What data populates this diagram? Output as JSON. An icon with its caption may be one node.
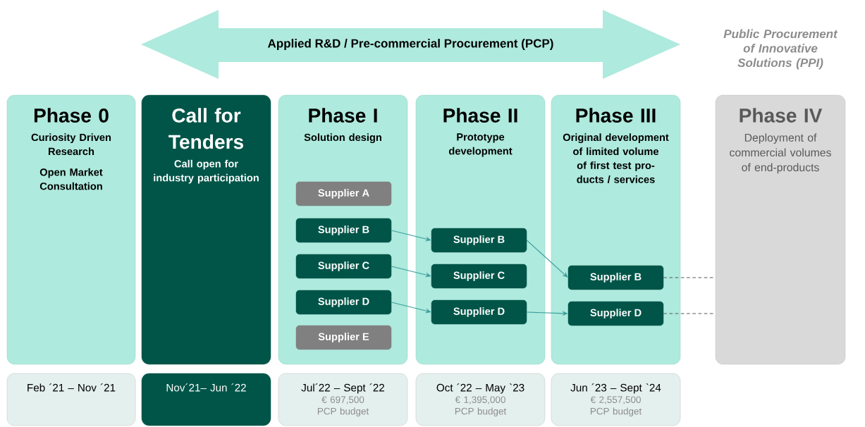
{
  "diagram": {
    "nodes": [
      {
        "text": [
          "Applied R&D / Pre-commercial Procurement (PCP)"
        ]
      },
      {
        "text": [
          "Phase 0",
          "Curiosity Driven Research",
          "Open Market Consultation"
        ]
      },
      {
        "text": [
          "Call for Tenders",
          "Call open for industry participation"
        ]
      },
      {
        "text": [
          "Phase I",
          "Solution design"
        ]
      },
      {
        "text": [
          "Supplier A"
        ],
        "in": 3
      },
      {
        "text": [
          "Supplier B"
        ],
        "in": 3
      },
      {
        "text": [
          "Supplier C"
        ],
        "in": 3
      },
      {
        "text": [
          "Supplier D"
        ],
        "in": 3
      },
      {
        "text": [
          "Supplier E"
        ],
        "in": 3
      },
      {
        "text": [
          "Phase II",
          "Prototype development"
        ]
      },
      {
        "text": [
          "Supplier B"
        ],
        "in": 9
      },
      {
        "text": [
          "Supplier C"
        ],
        "in": 9
      },
      {
        "text": [
          "Supplier D"
        ],
        "in": 9
      },
      {
        "text": [
          "Phase III",
          "Original development of limited volume of first test pro-ducts / services"
        ]
      },
      {
        "text": [
          "Supplier B"
        ],
        "in": 13
      },
      {
        "text": [
          "Supplier D"
        ],
        "in": 13
      },
      {
        "text": [
          "Phase IV",
          "Deployment of commercial volumes of end-products"
        ]
      },
      {
        "text": [
          "Feb ´21 – Nov ´21"
        ]
      },
      {
        "text": [
          "Nov´21– Jun ´22"
        ]
      },
      {
        "text": [
          "Jul´22 – Sept ´22",
          "€ 697,500 PCP budget"
        ]
      },
      {
        "text": [
          "Oct ´22 – May `23",
          "€ 1,395,000 PCP budget"
        ]
      },
      {
        "text": [
          "Jun ´23 – Sept `24",
          "€ 2,557,500 PCP budget"
        ]
      }
    ],
    "edges": [
      {
        "from": 5,
        "to": 10,
        "arrow": "to"
      },
      {
        "from": 6,
        "to": 11,
        "arrow": "to"
      },
      {
        "from": 7,
        "to": 12,
        "arrow": "to"
      },
      {
        "from": 10,
        "to": 14,
        "arrow": "to"
      },
      {
        "from": 12,
        "to": 15,
        "arrow": "to"
      },
      {
        "from": 14,
        "to": 16,
        "arrow": "none",
        "style": "dashed",
        "color": "#595959"
      },
      {
        "from": 15,
        "to": 16,
        "arrow": "none",
        "style": "dashed",
        "color": "#595959"
      }
    ],
    "labels": [
      "Public Procurement of Innovative Solutions (PPI)"
    ]
  }
}
